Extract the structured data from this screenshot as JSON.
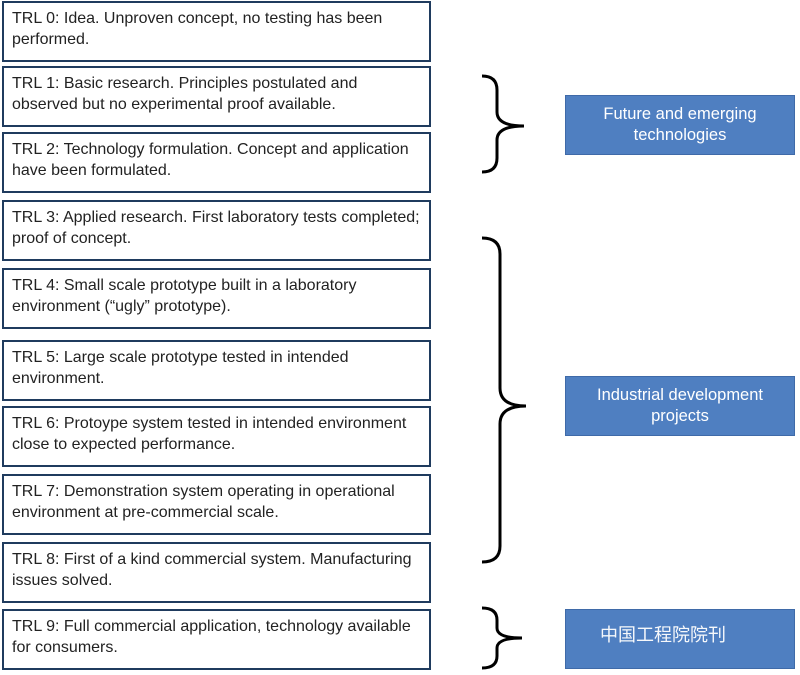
{
  "levels": [
    {
      "text": "TRL 0: Idea. Unproven concept, no testing has been performed."
    },
    {
      "text": "TRL 1: Basic research. Principles postulated and observed but no experimental proof available."
    },
    {
      "text": "TRL 2: Technology formulation. Concept and application have been formulated."
    },
    {
      "text": "TRL 3: Applied research. First laboratory tests completed; proof of concept."
    },
    {
      "text": "TRL 4: Small scale prototype built in a laboratory environment (“ugly” prototype)."
    },
    {
      "text": "TRL 5: Large scale prototype tested in intended environment."
    },
    {
      "text": "TRL 6: Protoype system tested in intended environment close to expected performance."
    },
    {
      "text": "TRL 7: Demonstration system operating in operational environment at pre-commercial scale."
    },
    {
      "text": "TRL 8: First of a kind commercial system. Manufacturing issues solved."
    },
    {
      "text": "TRL 9: Full commercial application, technology available for consumers."
    }
  ],
  "categories": [
    {
      "label": "Future and emerging technologies"
    },
    {
      "label": "Industrial development projects"
    },
    {
      "label": ""
    }
  ],
  "watermark": "中国工程院院刊",
  "colors": {
    "box_border": "#1f3b5e",
    "category_fill": "#4f7fc1",
    "brace": "#000000"
  }
}
